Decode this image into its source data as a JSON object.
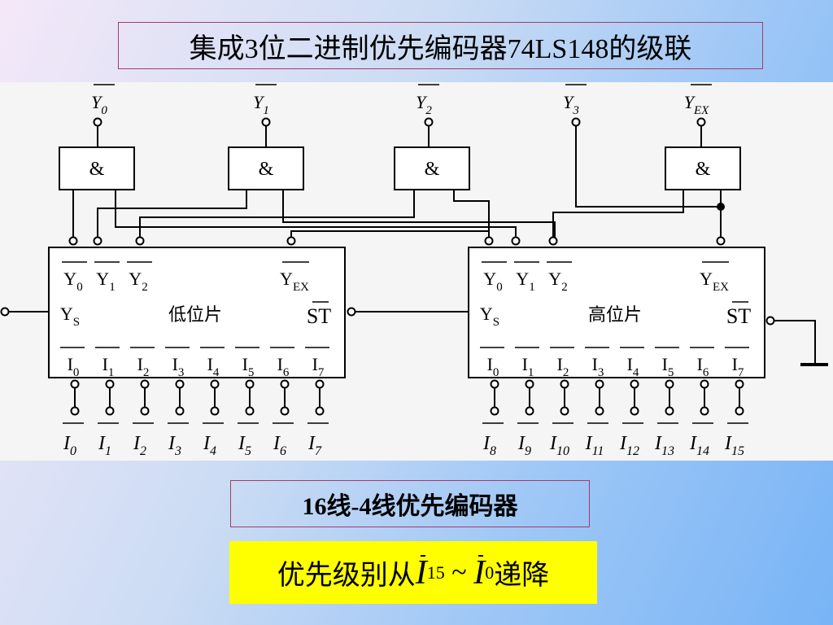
{
  "title": "集成3位二进制优先编码器74LS148的级联",
  "subtitle": "16线-4线优先编码器",
  "note": {
    "prefix": "优先级别从",
    "from_letter": "I",
    "from_sub": "15",
    "tilde": "~",
    "to_letter": "I",
    "to_sub": "0",
    "suffix": "递降"
  },
  "outputs": [
    {
      "letter": "Y",
      "sub": "0"
    },
    {
      "letter": "Y",
      "sub": "1"
    },
    {
      "letter": "Y",
      "sub": "2"
    },
    {
      "letter": "Y",
      "sub": "3"
    },
    {
      "letter": "Y",
      "sub": "EX"
    }
  ],
  "gate_symbol": "&",
  "chips": [
    {
      "name": "低位片",
      "outputs": [
        {
          "letter": "Y",
          "sub": "0"
        },
        {
          "letter": "Y",
          "sub": "1"
        },
        {
          "letter": "Y",
          "sub": "2"
        }
      ],
      "ex": {
        "letter": "Y",
        "sub": "EX"
      },
      "ys": {
        "letter": "Y",
        "sub": "S"
      },
      "st": "ST",
      "pins": [
        {
          "letter": "I",
          "sub": "0"
        },
        {
          "letter": "I",
          "sub": "1"
        },
        {
          "letter": "I",
          "sub": "2"
        },
        {
          "letter": "I",
          "sub": "3"
        },
        {
          "letter": "I",
          "sub": "4"
        },
        {
          "letter": "I",
          "sub": "5"
        },
        {
          "letter": "I",
          "sub": "6"
        },
        {
          "letter": "I",
          "sub": "7"
        }
      ],
      "inputs": [
        {
          "letter": "I",
          "sub": "0"
        },
        {
          "letter": "I",
          "sub": "1"
        },
        {
          "letter": "I",
          "sub": "2"
        },
        {
          "letter": "I",
          "sub": "3"
        },
        {
          "letter": "I",
          "sub": "4"
        },
        {
          "letter": "I",
          "sub": "5"
        },
        {
          "letter": "I",
          "sub": "6"
        },
        {
          "letter": "I",
          "sub": "7"
        }
      ]
    },
    {
      "name": "高位片",
      "outputs": [
        {
          "letter": "Y",
          "sub": "0"
        },
        {
          "letter": "Y",
          "sub": "1"
        },
        {
          "letter": "Y",
          "sub": "2"
        }
      ],
      "ex": {
        "letter": "Y",
        "sub": "EX"
      },
      "ys": {
        "letter": "Y",
        "sub": "S"
      },
      "st": "ST",
      "pins": [
        {
          "letter": "I",
          "sub": "0"
        },
        {
          "letter": "I",
          "sub": "1"
        },
        {
          "letter": "I",
          "sub": "2"
        },
        {
          "letter": "I",
          "sub": "3"
        },
        {
          "letter": "I",
          "sub": "4"
        },
        {
          "letter": "I",
          "sub": "5"
        },
        {
          "letter": "I",
          "sub": "6"
        },
        {
          "letter": "I",
          "sub": "7"
        }
      ],
      "inputs": [
        {
          "letter": "I",
          "sub": "8"
        },
        {
          "letter": "I",
          "sub": "9"
        },
        {
          "letter": "I",
          "sub": "10"
        },
        {
          "letter": "I",
          "sub": "11"
        },
        {
          "letter": "I",
          "sub": "12"
        },
        {
          "letter": "I",
          "sub": "13"
        },
        {
          "letter": "I",
          "sub": "14"
        },
        {
          "letter": "I",
          "sub": "15"
        }
      ]
    }
  ]
}
